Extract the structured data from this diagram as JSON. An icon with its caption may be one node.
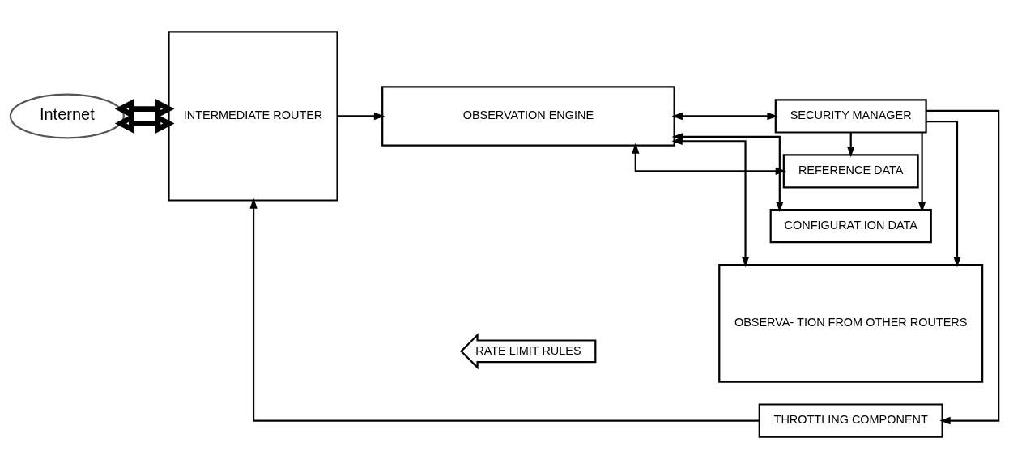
{
  "diagram": {
    "nodes": [
      {
        "text": [
          "RATE LIMIT RULES"
        ]
      },
      {
        "text": [
          "Internet"
        ]
      },
      {
        "text": [
          "INTERMEDIATE ROUTER"
        ]
      },
      {
        "text": [
          "OBSERVATION ENGINE"
        ]
      },
      {
        "text": [
          "THROTTLING COMPONENT"
        ]
      },
      {
        "text": [
          "OBSERVA- TION FROM OTHER ROUTERS"
        ]
      },
      {
        "text": [
          "CONFIGURAT ION DATA"
        ]
      },
      {
        "text": [
          "REFERENCE DATA"
        ]
      },
      {
        "text": [
          "SECURITY MANAGER"
        ]
      }
    ],
    "edges": [
      {
        "from": 1,
        "to": 2,
        "arrow": "both",
        "style": "thick"
      },
      {
        "from": 1,
        "to": 2,
        "arrow": "both",
        "style": "thick"
      },
      {
        "from": 4,
        "to": 2,
        "arrow": "to"
      },
      {
        "from": 2,
        "to": 3,
        "arrow": "to"
      },
      {
        "from": 5,
        "to": 3,
        "arrow": "both"
      },
      {
        "from": 6,
        "to": 3,
        "arrow": "both"
      },
      {
        "from": 7,
        "to": 3,
        "arrow": "both"
      },
      {
        "from": 3,
        "to": 8,
        "arrow": "both"
      },
      {
        "from": 8,
        "to": 4,
        "arrow": "to"
      },
      {
        "from": 8,
        "to": 5,
        "arrow": "to"
      },
      {
        "from": 8,
        "to": 6,
        "arrow": "to"
      },
      {
        "from": 8,
        "to": 7,
        "arrow": "to"
      }
    ]
  }
}
